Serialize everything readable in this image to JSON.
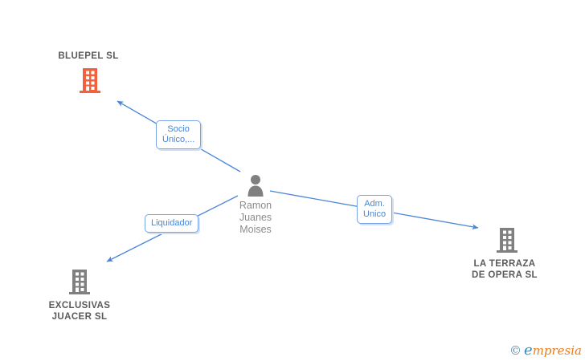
{
  "diagram": {
    "person": {
      "name": "Ramon Juanes Moises",
      "name_lines": [
        "Ramon",
        "Juanes",
        "Moises"
      ]
    },
    "companies": {
      "bluepel": {
        "name": "BLUEPEL SL",
        "name_lines": [
          "BLUEPEL SL"
        ]
      },
      "exclusivas": {
        "name": "EXCLUSIVAS JUACER SL",
        "name_lines": [
          "EXCLUSIVAS",
          "JUACER SL"
        ]
      },
      "terraza": {
        "name": "LA TERRAZA DE OPERA SL",
        "name_lines": [
          "LA TERRAZA",
          "DE OPERA SL"
        ]
      }
    },
    "edges": {
      "socio": {
        "label": "Socio Único,...",
        "label_lines": [
          "Socio",
          "Único,..."
        ],
        "from": "Ramon Juanes Moises",
        "to": "BLUEPEL SL"
      },
      "liquidador": {
        "label": "Liquidador",
        "label_lines": [
          "Liquidador"
        ],
        "from": "Ramon Juanes Moises",
        "to": "EXCLUSIVAS JUACER SL"
      },
      "adm": {
        "label": "Adm. Unico",
        "label_lines": [
          "Adm.",
          "Unico"
        ],
        "from": "Ramon Juanes Moises",
        "to": "LA TERRAZA DE OPERA SL"
      }
    }
  },
  "colors": {
    "edge_blue": "#4a86d8",
    "box_border_blue": "#79a5e6",
    "label_blue": "#4587d9",
    "company_orange": "#f4603c",
    "icon_gray": "#808080",
    "company_text": "#5a5a5a",
    "person_text": "#8b8b8b"
  },
  "watermark": {
    "copyright": "©",
    "brand_first_letter": "e",
    "brand_rest": "mpresia"
  }
}
